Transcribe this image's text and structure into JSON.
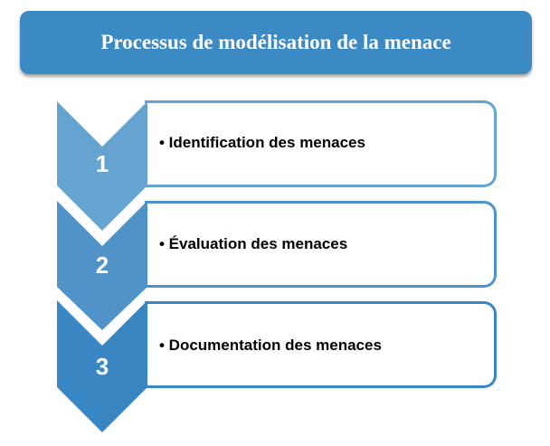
{
  "title": "Processus de modélisation de la menace",
  "steps": [
    {
      "number": "1",
      "label": "• Identification des menaces",
      "color": "#65a3d0"
    },
    {
      "number": "2",
      "label": "• Évaluation des menaces",
      "color": "#4f93c9"
    },
    {
      "number": "3",
      "label": "• Documentation des menaces",
      "color": "#3a86c2"
    }
  ]
}
